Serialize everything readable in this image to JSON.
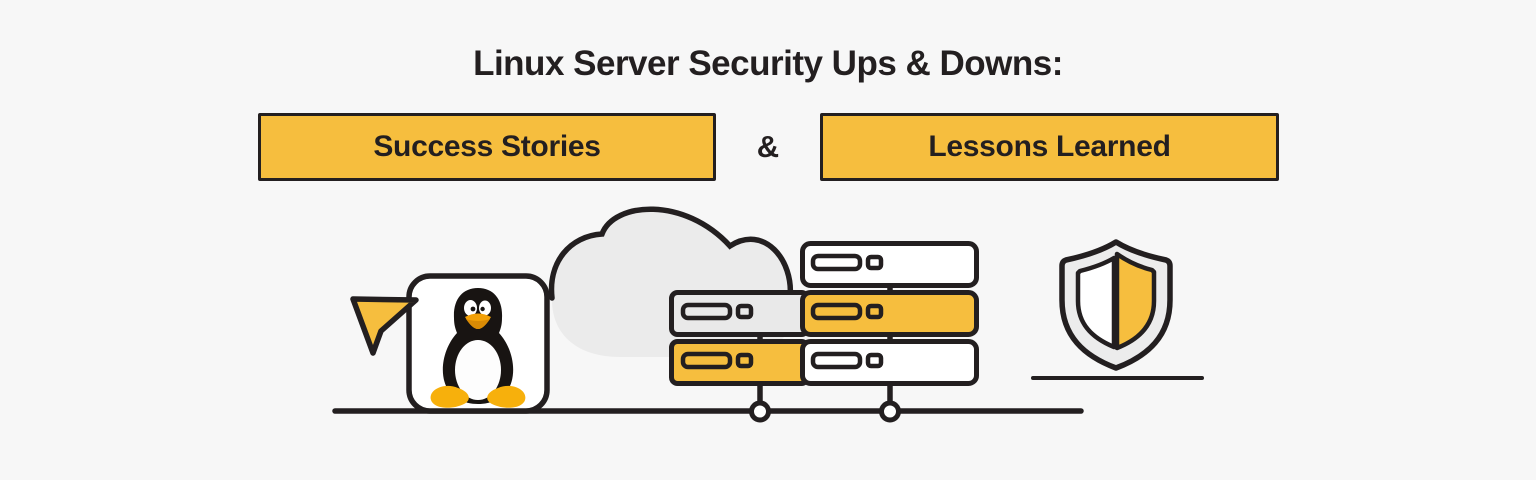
{
  "page": {
    "background_color": "#f7f7f7",
    "ink_color": "#231f20",
    "accent_yellow": "#f6be3e",
    "cloud_gray": "#ebebeb",
    "panel_gray": "#e9e9e9"
  },
  "header": {
    "title": "Linux Server Security Ups & Downs:"
  },
  "badges": {
    "left_label": "Success Stories",
    "separator": "&",
    "right_label": "Lessons Learned"
  },
  "illustration": {
    "description": "Linux security illustration",
    "icons": [
      {
        "name": "cursor-arrow-icon"
      },
      {
        "name": "tux-penguin-icon"
      },
      {
        "name": "cloud-icon"
      },
      {
        "name": "server-rack-icon"
      },
      {
        "name": "shield-icon"
      }
    ]
  }
}
